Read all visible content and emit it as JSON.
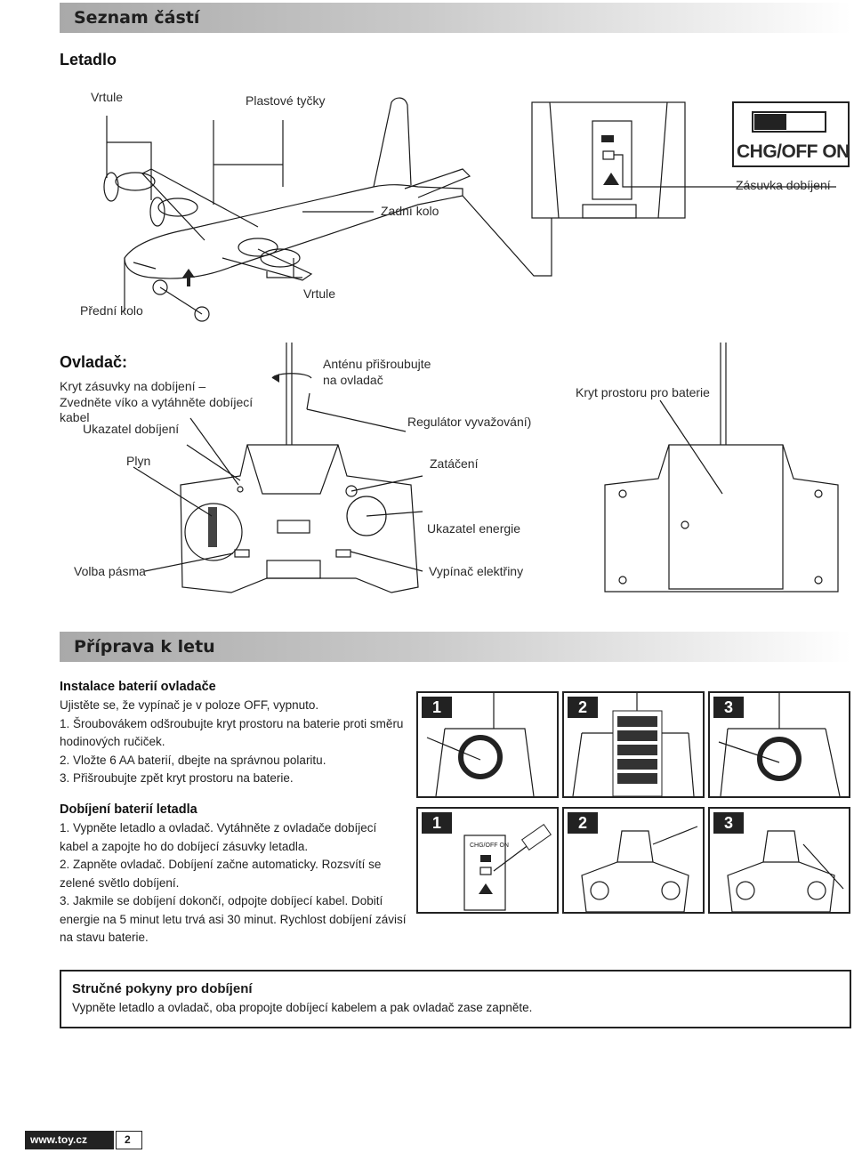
{
  "sections": {
    "parts": "Seznam částí",
    "prep": "Příprava k letu"
  },
  "plane": {
    "heading": "Letadlo",
    "propellers_top": "Vrtule",
    "plastic_rods": "Plastové tyčky",
    "rear_wheel": "Zadní kolo",
    "charging_socket": "Zásuvka dobíjení",
    "front_wheel": "Přední kolo",
    "propellers_bottom": "Vrtule",
    "switch_text": "CHG/OFF   ON",
    "small_switch_text": "CHG/OFF  ON"
  },
  "controller": {
    "heading": "Ovladač:",
    "cover_text": "Kryt zásuvky na dobíjení – Zvedněte víko a vytáhněte dobíjecí kabel",
    "charge_indicator": "Ukazatel dobíjení",
    "antenna": "Anténu přišroubujte na ovladač",
    "trim": "Regulátor vyvažování)",
    "battery_cover": "Kryt prostoru pro baterie",
    "throttle": "Plyn",
    "steering": "Zatáčení",
    "power_indicator": "Ukazatel energie",
    "band_select": "Volba pásma",
    "power_switch": "Vypínač elektřiny"
  },
  "battery_install": {
    "title": "Instalace baterií ovladače",
    "lines": [
      "Ujistěte se, že vypínač je v poloze OFF, vypnuto.",
      "1. Šroubovákem odšroubujte kryt prostoru na baterie proti směru hodinových ručiček.",
      "2. Vložte 6 AA baterií, dbejte na správnou polaritu.",
      "3. Přišroubujte zpět kryt prostoru na baterie."
    ],
    "steps": [
      "1",
      "2",
      "3"
    ]
  },
  "plane_charging": {
    "title": "Dobíjení baterií letadla",
    "lines": [
      "1. Vypněte letadlo a ovladač. Vytáhněte z ovladače dobíjecí kabel a zapojte ho do dobíjecí zásuvky letadla.",
      "2. Zapněte ovladač. Dobíjení začne automaticky. Rozsvítí se zelené světlo dobíjení.",
      "3. Jakmile se dobíjení dokončí, odpojte dobíjecí kabel. Dobití energie na 5 minut letu trvá asi 30 minut. Rychlost dobíjení závisí na stavu baterie."
    ],
    "steps": [
      "1",
      "2",
      "3"
    ]
  },
  "quick_tips": {
    "title": "Stručné pokyny pro dobíjení",
    "text": "Vypněte letadlo a ovladač, oba propojte dobíjecí kabelem a pak ovladač zase zapněte."
  },
  "footer": {
    "site": "www.toy.cz",
    "page": "2"
  }
}
